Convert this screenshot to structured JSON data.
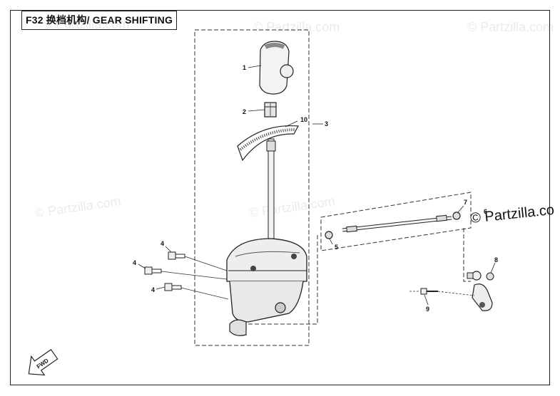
{
  "title": "F32 换档机构/ GEAR SHIFTING",
  "watermark": "© Partzilla.com",
  "watermark_right": "© Partzilla.co",
  "direction_label": "FWD",
  "callouts": [
    "1",
    "2",
    "10",
    "3",
    "4",
    "4",
    "4",
    "5",
    "7",
    "6",
    "8",
    "9"
  ]
}
